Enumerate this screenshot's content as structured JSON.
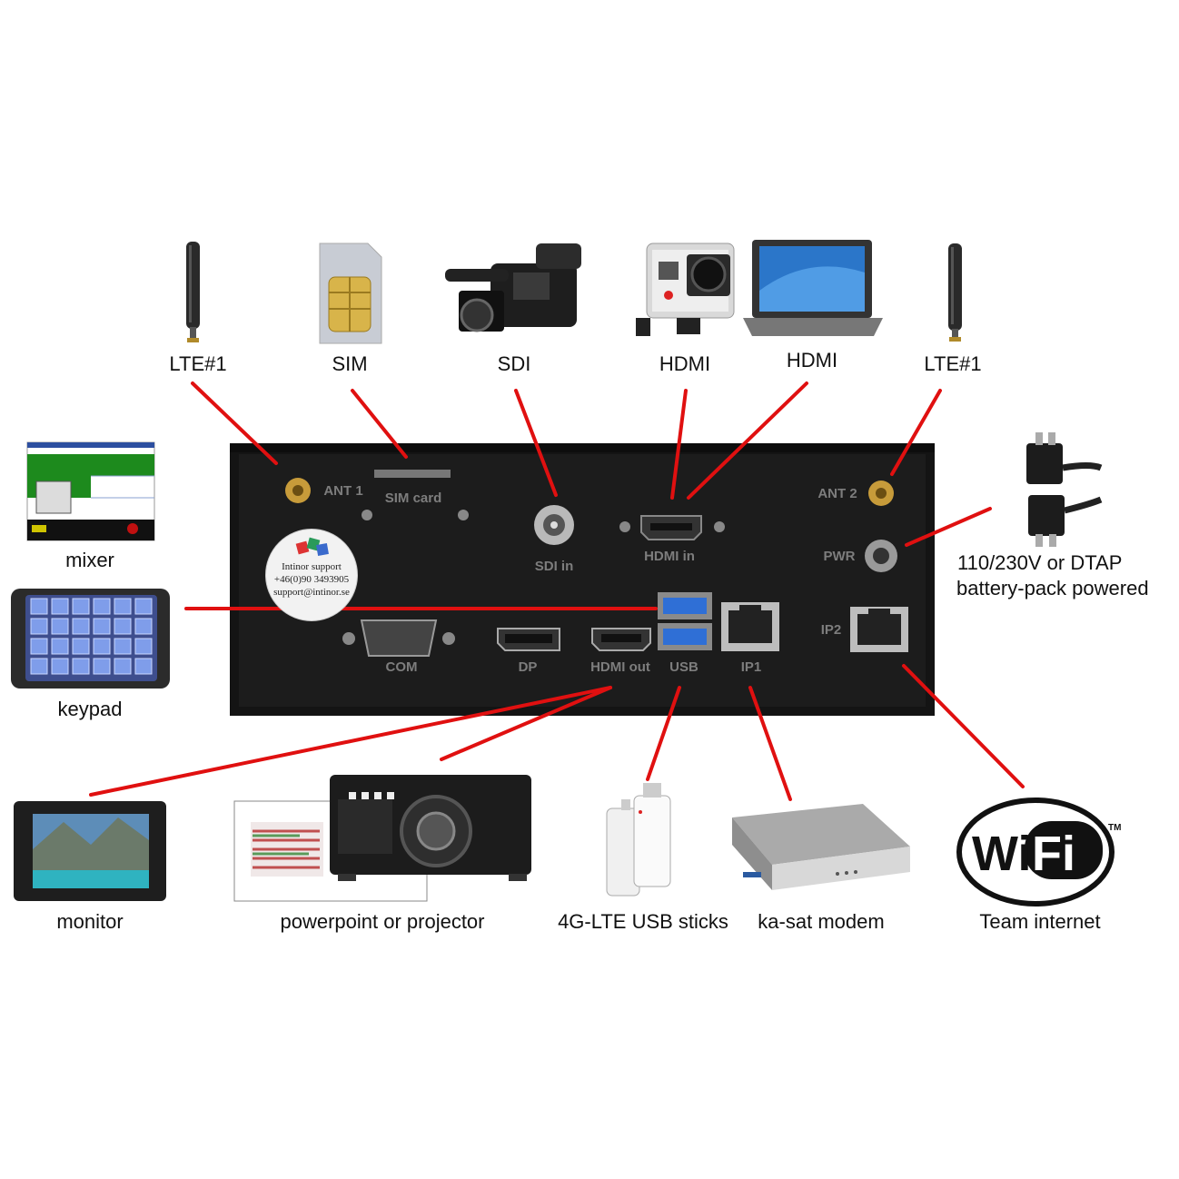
{
  "labels": {
    "lte1_left": "LTE#1",
    "sim": "SIM",
    "sdi": "SDI",
    "hdmi_camera": "HDMI",
    "hdmi_laptop": "HDMI",
    "lte1_right": "LTE#1",
    "mixer": "mixer",
    "keypad": "keypad",
    "power_line1": "110/230V or DTAP",
    "power_line2": "battery-pack powered",
    "monitor": "monitor",
    "projector": "powerpoint or projector",
    "usb_sticks": "4G-LTE USB sticks",
    "modem": "ka-sat modem",
    "wifi_caption": "Team internet"
  },
  "panel_labels": {
    "ant1": "ANT 1",
    "sim_card": "SIM card",
    "sdi_in": "SDI in",
    "hdmi_in": "HDMI in",
    "ant2": "ANT 2",
    "pwr": "PWR",
    "com": "COM",
    "dp": "DP",
    "hdmi_out": "HDMI out",
    "usb": "USB",
    "ip1": "IP1",
    "ip2": "IP2"
  },
  "sticker": {
    "line1": "Intinor support",
    "line2": "+46(0)90 3493905",
    "line3": "support@intinor.se"
  },
  "wifi": {
    "left": "Wi",
    "right": "Fi",
    "tm": "TM"
  },
  "colors": {
    "connector_line": "#e01010",
    "panel": "#151515",
    "panel_text": "#7d7d7d",
    "usb_port": "#2f6fd6"
  }
}
